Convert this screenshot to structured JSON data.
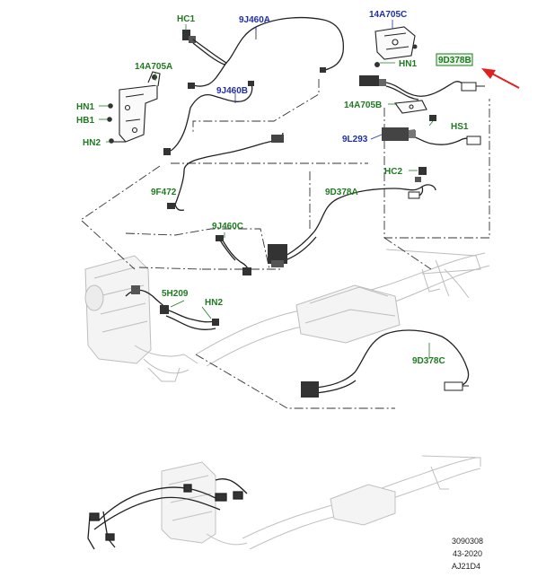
{
  "labels": {
    "hc1": "HC1",
    "j460a": "9J460A",
    "a705c": "14A705C",
    "a705a": "14A705A",
    "hn1_top": "HN1",
    "d378b": "9D378B",
    "j460b": "9J460B",
    "hn1_left": "HN1",
    "hb1": "HB1",
    "hn2_left": "HN2",
    "a705b": "14A705B",
    "hs1": "HS1",
    "l293": "9L293",
    "hc2": "HC2",
    "f472": "9F472",
    "d378a": "9D378A",
    "j460c": "9J460C",
    "h209": "5H209",
    "hn2_mid": "HN2",
    "d378c": "9D378C"
  },
  "reference": {
    "line1": "3090308",
    "line2": "43-2020",
    "line3": "AJ21D4"
  },
  "colors": {
    "green_label": "#1f7a1f",
    "blue_label": "#1f2fa8",
    "arrow": "#e02020",
    "drawing_line": "#222222",
    "ghost_line": "#bbbbbb"
  }
}
